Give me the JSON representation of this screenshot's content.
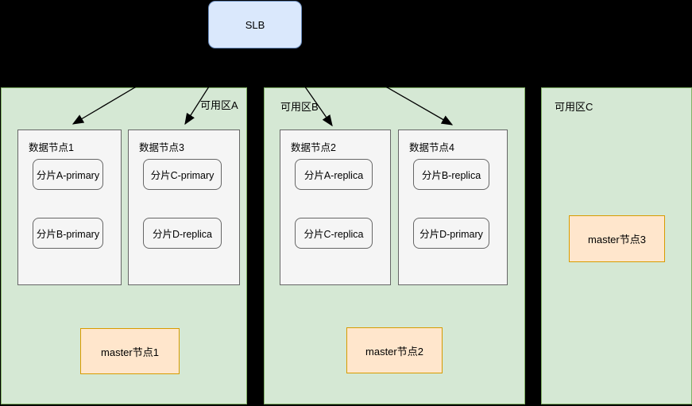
{
  "diagram": {
    "slb_label": "SLB"
  },
  "zones": [
    {
      "label": "可用区A",
      "nodes": [
        {
          "label": "数据节点1",
          "shards": [
            "分片A-primary",
            "分片B-primary"
          ]
        },
        {
          "label": "数据节点3",
          "shards": [
            "分片C-primary",
            "分片D-replica"
          ]
        }
      ],
      "master_label": "master节点1"
    },
    {
      "label": "可用区B",
      "nodes": [
        {
          "label": "数据节点2",
          "shards": [
            "分片A-replica",
            "分片C-replica"
          ]
        },
        {
          "label": "数据节点4",
          "shards": [
            "分片B-replica",
            "分片D-primary"
          ]
        }
      ],
      "master_label": "master节点2"
    },
    {
      "label": "可用区C",
      "nodes": [],
      "master_label": "master节点3"
    }
  ],
  "connections": [
    {
      "from": "SLB",
      "to": "数据节点1"
    },
    {
      "from": "SLB",
      "to": "数据节点3"
    },
    {
      "from": "SLB",
      "to": "数据节点2"
    },
    {
      "from": "SLB",
      "to": "数据节点4"
    }
  ],
  "colors": {
    "background": "#000000",
    "slb_fill": "#dae8fc",
    "slb_stroke": "#6c8ebf",
    "zone_fill": "#d5e8d4",
    "zone_stroke": "#82b366",
    "node_fill": "#f5f5f5",
    "node_stroke": "#666666",
    "master_fill": "#ffe6cc",
    "master_stroke": "#d79b00",
    "arrow": "#000000"
  }
}
